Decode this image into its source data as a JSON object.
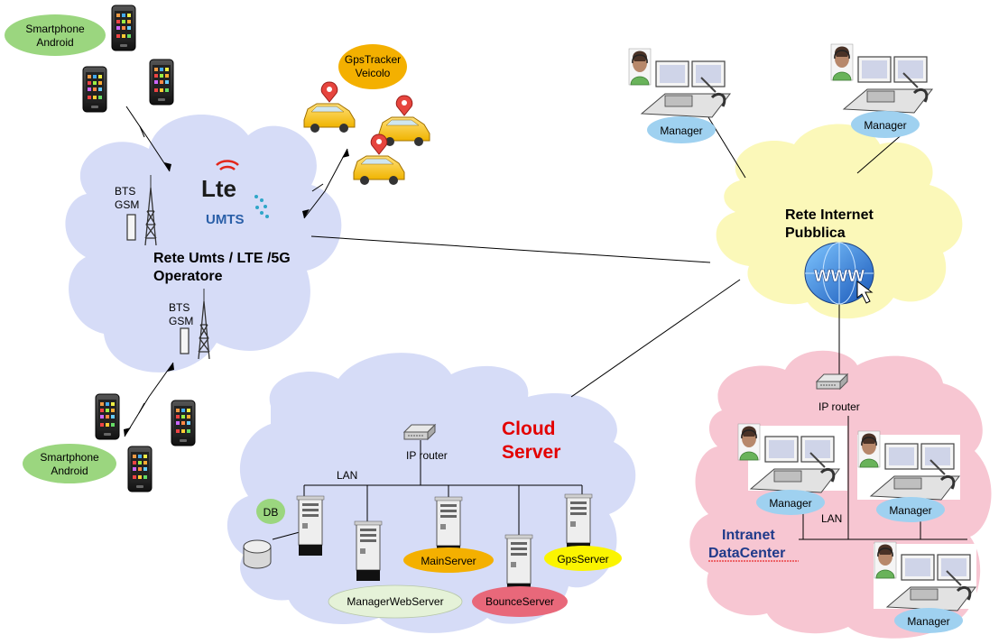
{
  "clouds": {
    "mobile": {
      "title_line1": "Rete Umts / LTE /5G",
      "title_line2": "Operatore",
      "lte_logo": "Lte",
      "umts_logo": "UMTS"
    },
    "internet": {
      "title_line1": "Rete Internet",
      "title_line2": "Pubblica",
      "www_logo": "www"
    },
    "cloud": {
      "title_line1": "Cloud",
      "title_line2": "Server",
      "lan_label": "LAN",
      "router_label": "IP router"
    },
    "datacenter": {
      "title_line1": "Intranet",
      "title_line2": "DataCenter",
      "lan_label": "LAN",
      "router_label": "IP router"
    }
  },
  "devices": {
    "smartphone_top": {
      "line1": "Smartphone",
      "line2": "Android"
    },
    "smartphone_bottom": {
      "line1": "Smartphone",
      "line2": "Android"
    },
    "gps_tracker": {
      "line1": "GpsTracker",
      "line2": "Veicolo"
    },
    "bts_top": {
      "line1": "BTS",
      "line2": "GSM"
    },
    "bts_bottom": {
      "line1": "BTS",
      "line2": "GSM"
    }
  },
  "managers": {
    "internet_1": "Manager",
    "internet_2": "Manager",
    "dc_1": "Manager",
    "dc_2": "Manager",
    "dc_3": "Manager"
  },
  "servers": {
    "db": "DB",
    "manager_web": "ManagerWebServer",
    "main": "MainServer",
    "bounce": "BounceServer",
    "gps": "GpsServer"
  },
  "colors": {
    "cloud_mobile": "#d6dcf7",
    "cloud_internet": "#fbf8b9",
    "cloud_server": "#d6dcf7",
    "cloud_datacenter": "#f7c6d2",
    "label_green": "#9bd67f",
    "label_orange": "#f4b000",
    "label_blue": "#9fd1f0",
    "label_yellow": "#fbf400",
    "label_pink": "#e8687a",
    "label_lightgreen": "#e5f2d8",
    "cloud_title_red": "#e30000",
    "intranet_title_blue": "#1f3a8a"
  }
}
